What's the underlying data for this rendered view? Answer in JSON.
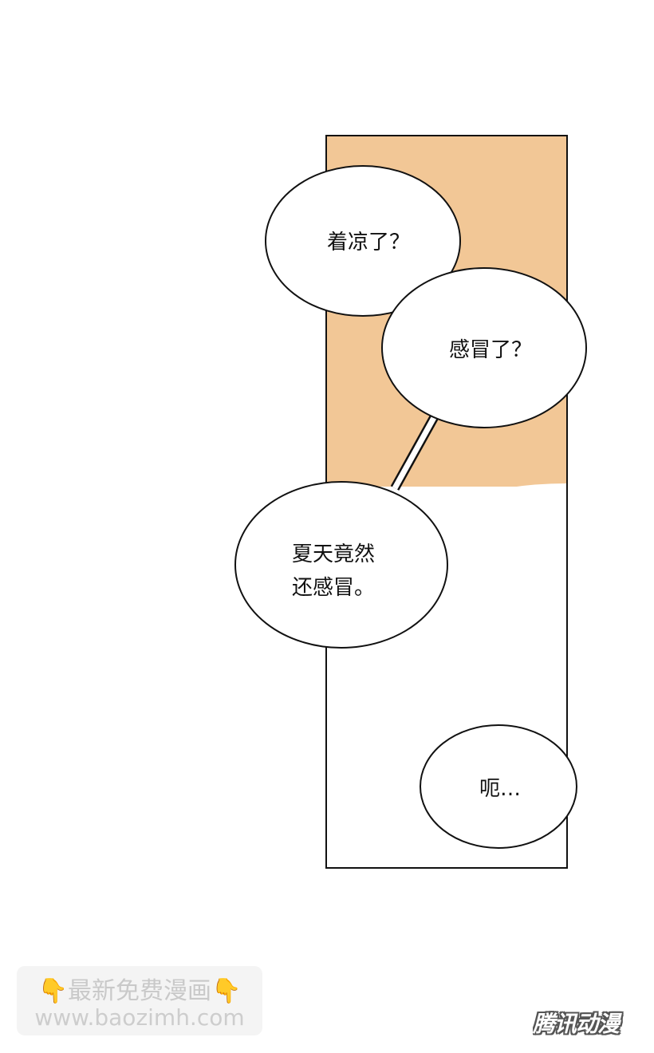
{
  "panel": {
    "top_color": "#f2c796",
    "bottom_color": "#ffffff",
    "border_color": "#111111"
  },
  "bubbles": [
    {
      "name": "bubble-1",
      "lines": [
        "着凉了？"
      ]
    },
    {
      "name": "bubble-2",
      "lines": [
        "感冒了？"
      ]
    },
    {
      "name": "bubble-3",
      "lines": [
        "夏天竟然",
        "还感冒。"
      ]
    },
    {
      "name": "bubble-4",
      "lines": [
        "呃…"
      ]
    }
  ],
  "watermark": {
    "emoji": "👇",
    "line1": "最新免费漫画",
    "line2": "www.baozimh.com"
  },
  "brand": {
    "logo_text": "腾讯动漫"
  }
}
